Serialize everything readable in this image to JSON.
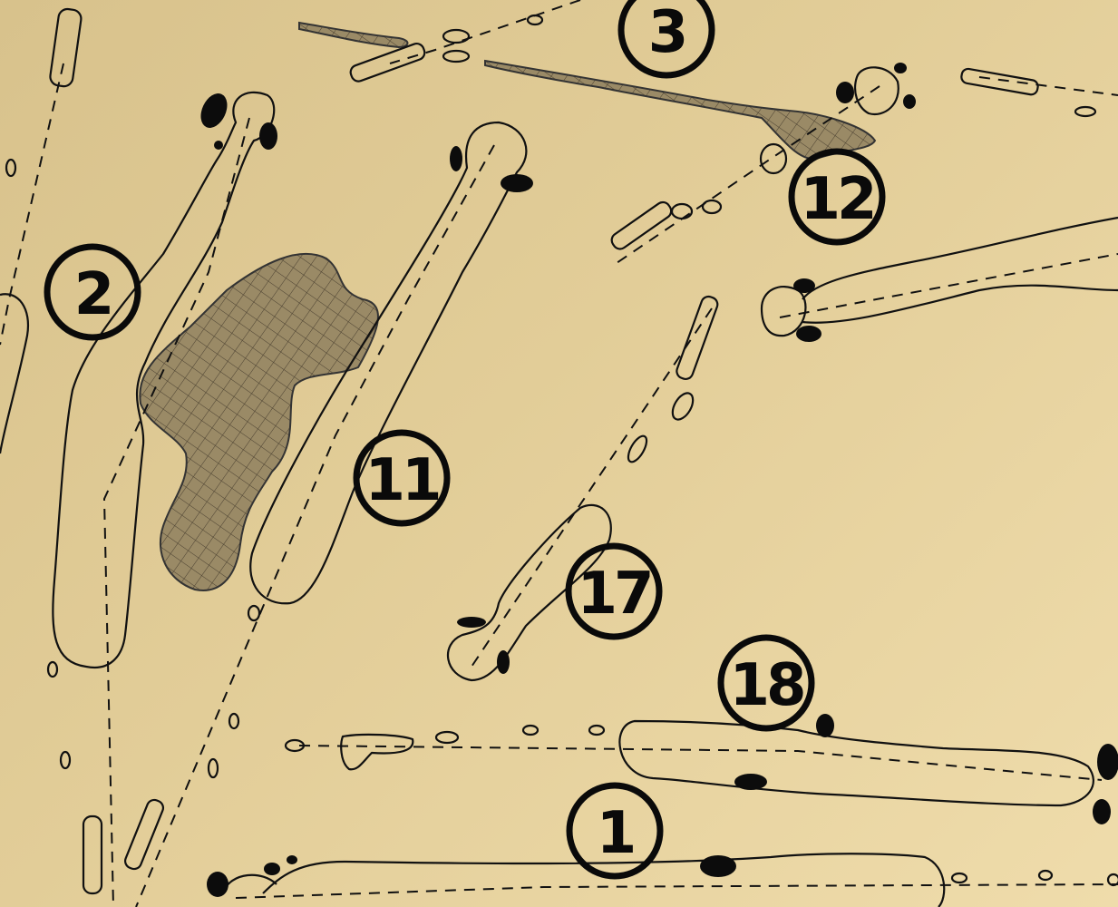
{
  "map": {
    "type": "golf-course-layout",
    "colors": {
      "background": "#e2cd98",
      "ink": "#0a0a0a",
      "water_fill": "#8a7d62"
    },
    "holes": [
      {
        "number": "3"
      },
      {
        "number": "12"
      },
      {
        "number": "2"
      },
      {
        "number": "11"
      },
      {
        "number": "17"
      },
      {
        "number": "18"
      },
      {
        "number": "1"
      }
    ]
  }
}
